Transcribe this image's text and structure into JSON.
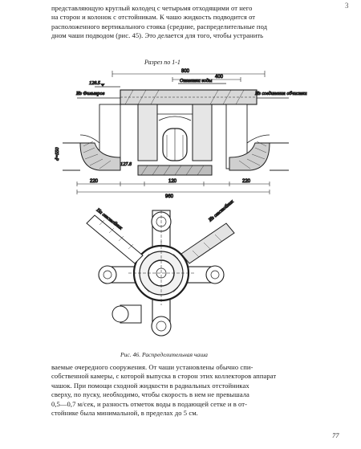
{
  "corner_mark": "3",
  "top_paragraph": [
    "представляющую круглый колодец с четырьмя отходящими от него",
    "на сторон и колонок с отстойникам. К чашо жидкость подводится от",
    "расположенного вертикального стояка (средние, распределительные под",
    "дном чаши подводом (рис. 45). Это делается для того, чтобы устранить"
  ],
  "section_label": "Разрез по 1-1",
  "drawing_labels": {
    "elev_top_right": "Отметка воды",
    "elev_left": "128.5",
    "level_left": "Из Фильтров",
    "level_right": "Из соединения обчистки",
    "elev_mid_left": "127.8",
    "dim_top": "800",
    "dim_upper": "400",
    "dim_bottom_1": "220",
    "dim_bottom_2": "120",
    "dim_bottom_3": "220",
    "dim_bottom_total": "960",
    "pipe_label": "d=550",
    "plan_arm_ul": "На отстойник",
    "plan_arm_ur": "Из отстойник"
  },
  "caption": "Рис. 46. Распределительная чаша",
  "bottom_paragraph": [
    "ваемые очередного сооружения. От чаши установлены обычно спи-",
    "собственной камеры, с которой выпуска в сторон этих коллекторов аппарат",
    "чашок. При помощи сходной жидкости в радиальных отстойниках",
    "сверху, по пуску, необходимо, чтобы скорость в нем не превышала",
    "0,5—0,7 м/сек, и разность отметок воды в подающей сетке и в от-",
    "стойнике была минимальной, в пределах до 5 см."
  ],
  "page_number": "77"
}
